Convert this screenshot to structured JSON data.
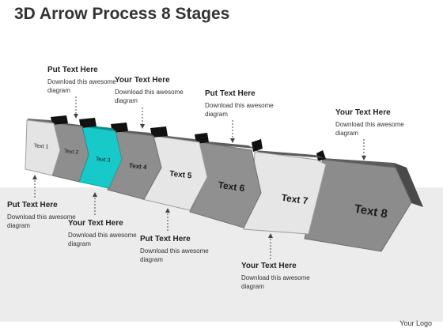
{
  "title": "3D Arrow Process 8 Stages",
  "stages": [
    "Text 1",
    "Text 2",
    "Text 3",
    "Text 4",
    "Text 5",
    "Text 6",
    "Text 7",
    "Text 8"
  ],
  "callouts": [
    {
      "heading": "Put Text Here",
      "body": "Download this awesome diagram"
    },
    {
      "heading": "Your Text Here",
      "body": "Download this awesome diagram"
    },
    {
      "heading": "Put Text Here",
      "body": "Download this awesome diagram"
    },
    {
      "heading": "Your Text Here",
      "body": "Download this awesome diagram"
    },
    {
      "heading": "Put Text Here",
      "body": "Download this awesome diagram"
    },
    {
      "heading": "Your Text Here",
      "body": "Download this awesome diagram"
    },
    {
      "heading": "Put Text Here",
      "body": "Download this awesome diagram"
    },
    {
      "heading": "Your Text Here",
      "body": "Download this awesome diagram"
    }
  ],
  "highlight_color": "#17c9c9",
  "logo": "Your Logo"
}
